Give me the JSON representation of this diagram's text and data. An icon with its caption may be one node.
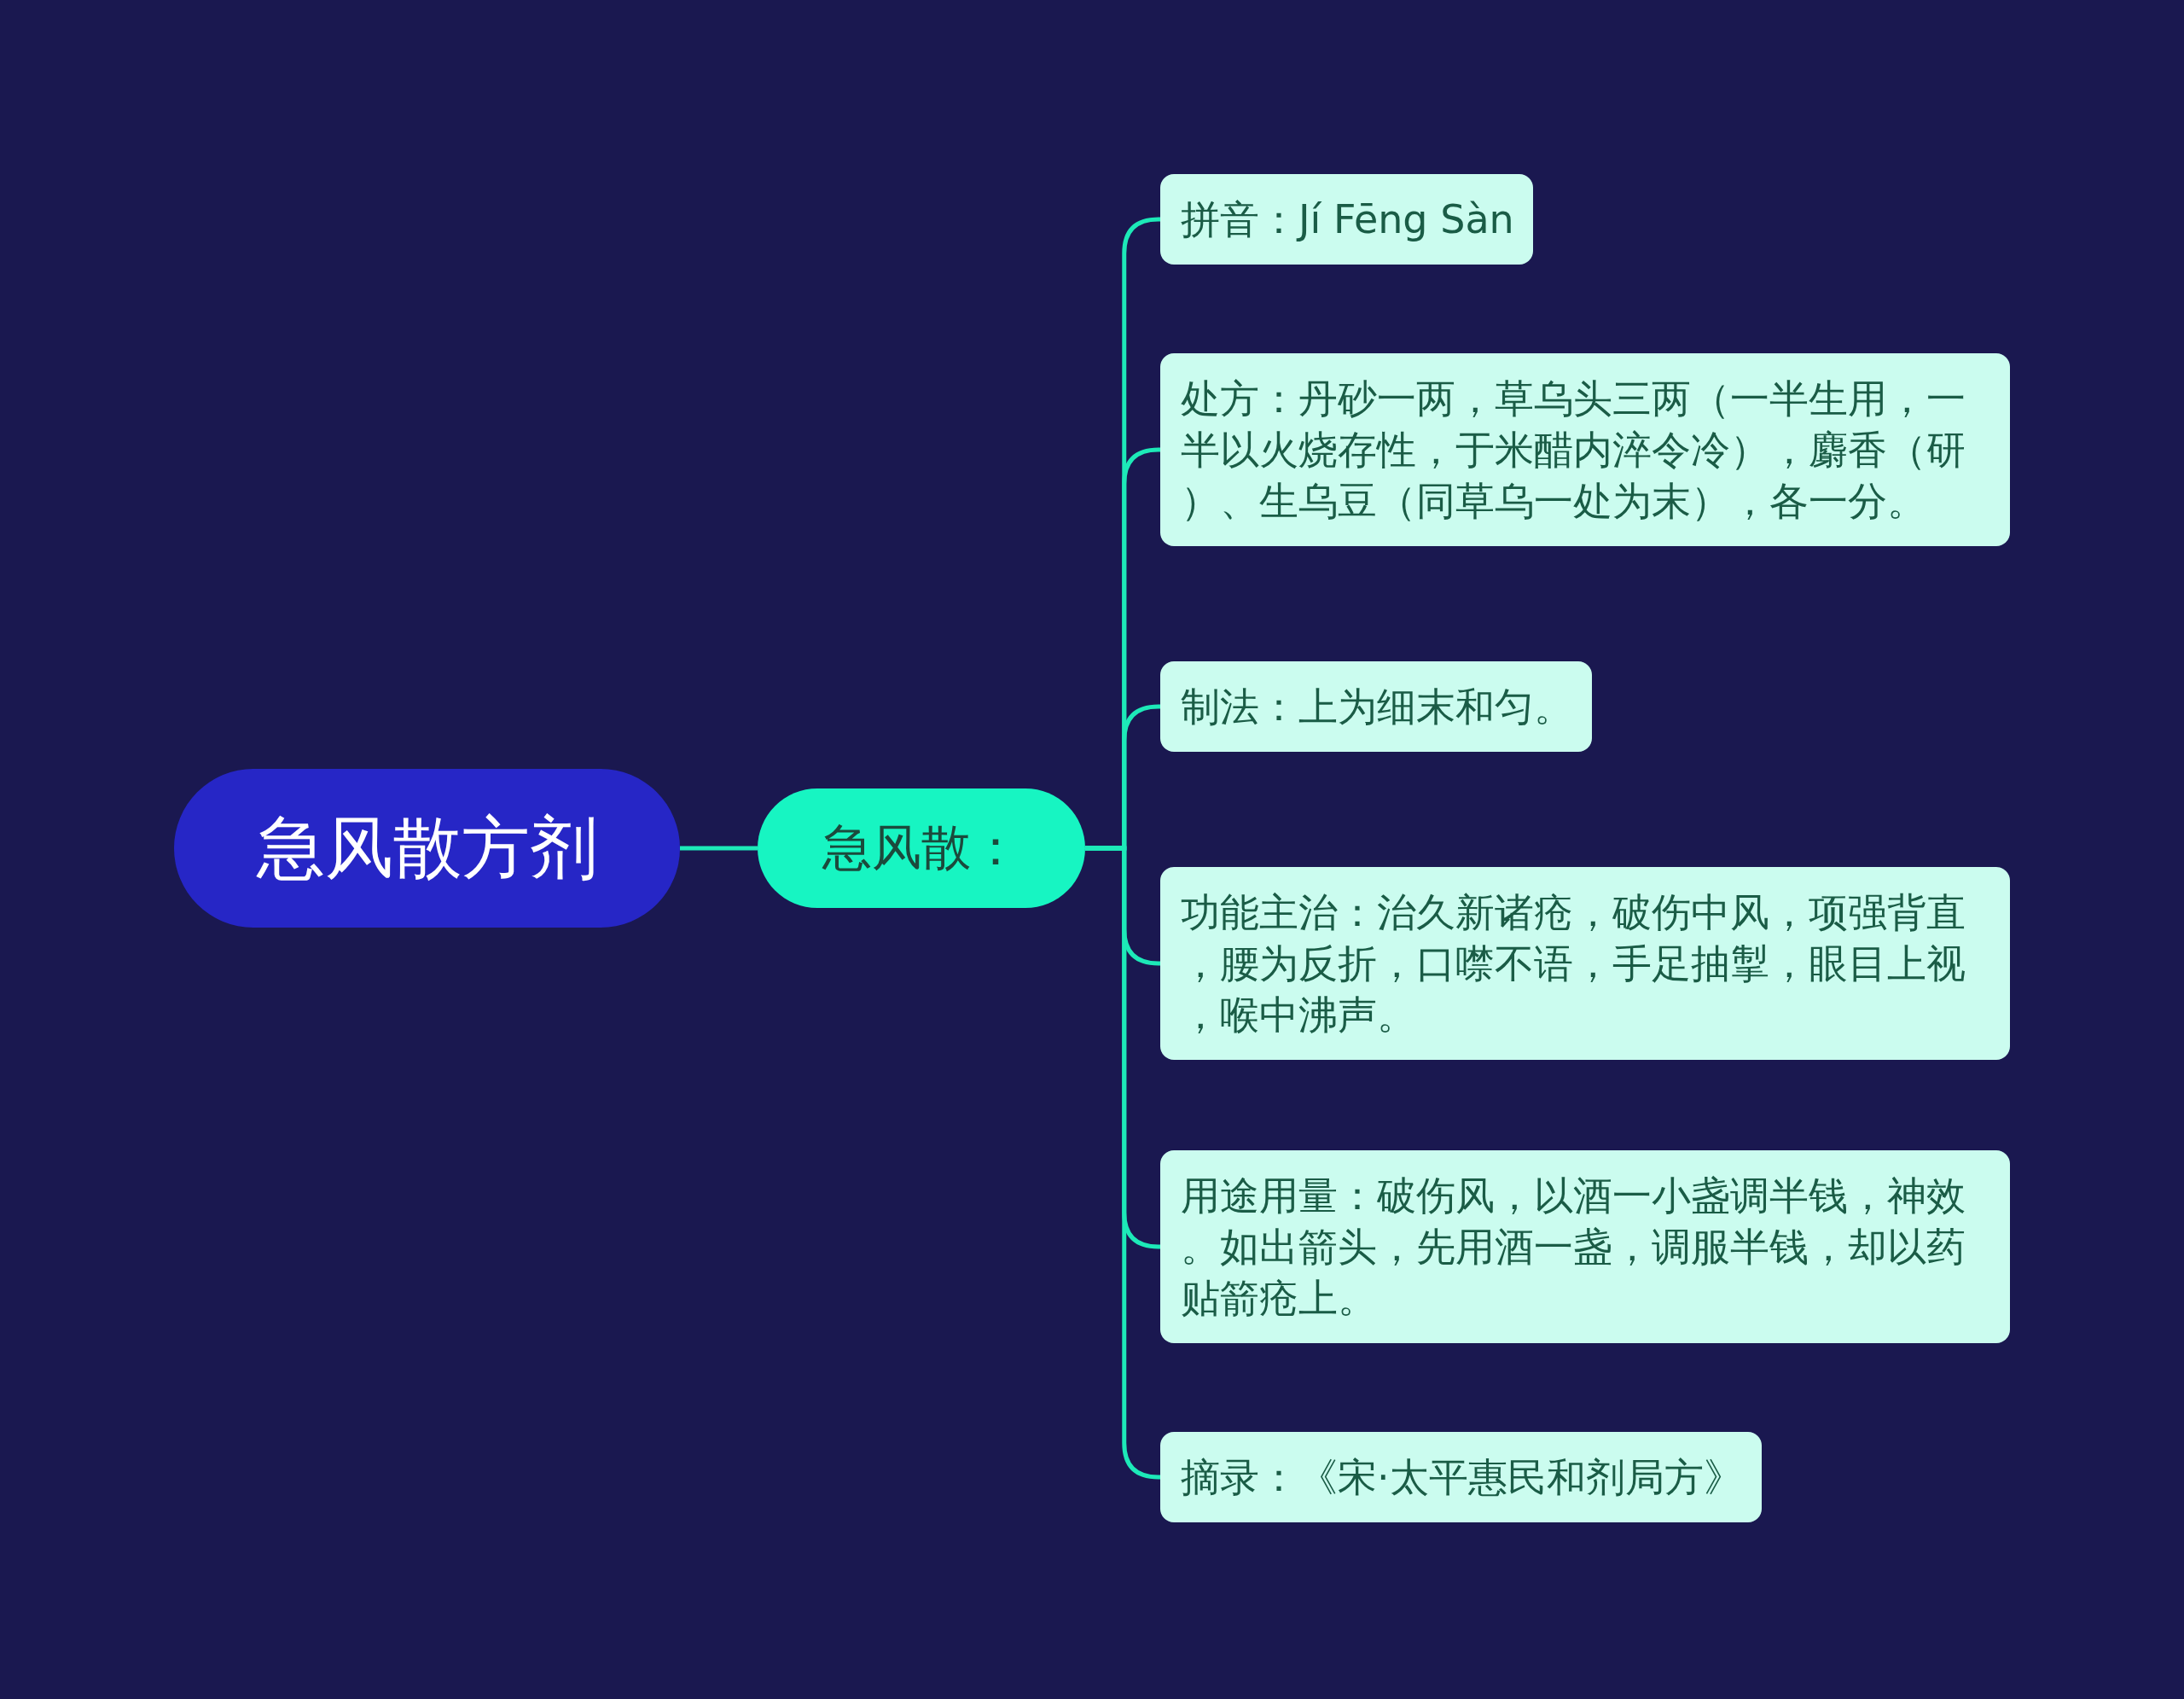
{
  "diagram": {
    "nodes": [
      {
        "text": [
          "急风散方剂"
        ]
      },
      {
        "text": [
          "急风散："
        ]
      },
      {
        "text": [
          "拼音：Jí Fēng Sàn"
        ]
      },
      {
        "text": [
          "处方：丹砂一两，草乌头三两（一半生用，一半以火烧存性，于米醋内淬令冷），麝香（研）、生乌豆（同草乌一处为末），各一分。"
        ]
      },
      {
        "text": [
          "制法：上为细末和匀。"
        ]
      },
      {
        "text": [
          "功能主治：治久新诸疮，破伤中风，项强背直，腰为反折，口噤不语，手足抽掣，眼目上视，喉中沸声。"
        ]
      },
      {
        "text": [
          "用途用量：破伤风，以酒一小盏调半钱，神效。如出箭头，先用酒一盏，调服半钱，却以药贴箭疮上。"
        ]
      },
      {
        "text": [
          "摘录：《宋·太平惠民和剂局方》"
        ]
      }
    ],
    "edges": [
      {
        "from": 0,
        "to": 1,
        "arrow": "none"
      },
      {
        "from": 1,
        "to": 2,
        "arrow": "none"
      },
      {
        "from": 1,
        "to": 3,
        "arrow": "none"
      },
      {
        "from": 1,
        "to": 4,
        "arrow": "none"
      },
      {
        "from": 1,
        "to": 5,
        "arrow": "none"
      },
      {
        "from": 1,
        "to": 6,
        "arrow": "none"
      },
      {
        "from": 1,
        "to": 7,
        "arrow": "none"
      }
    ]
  }
}
